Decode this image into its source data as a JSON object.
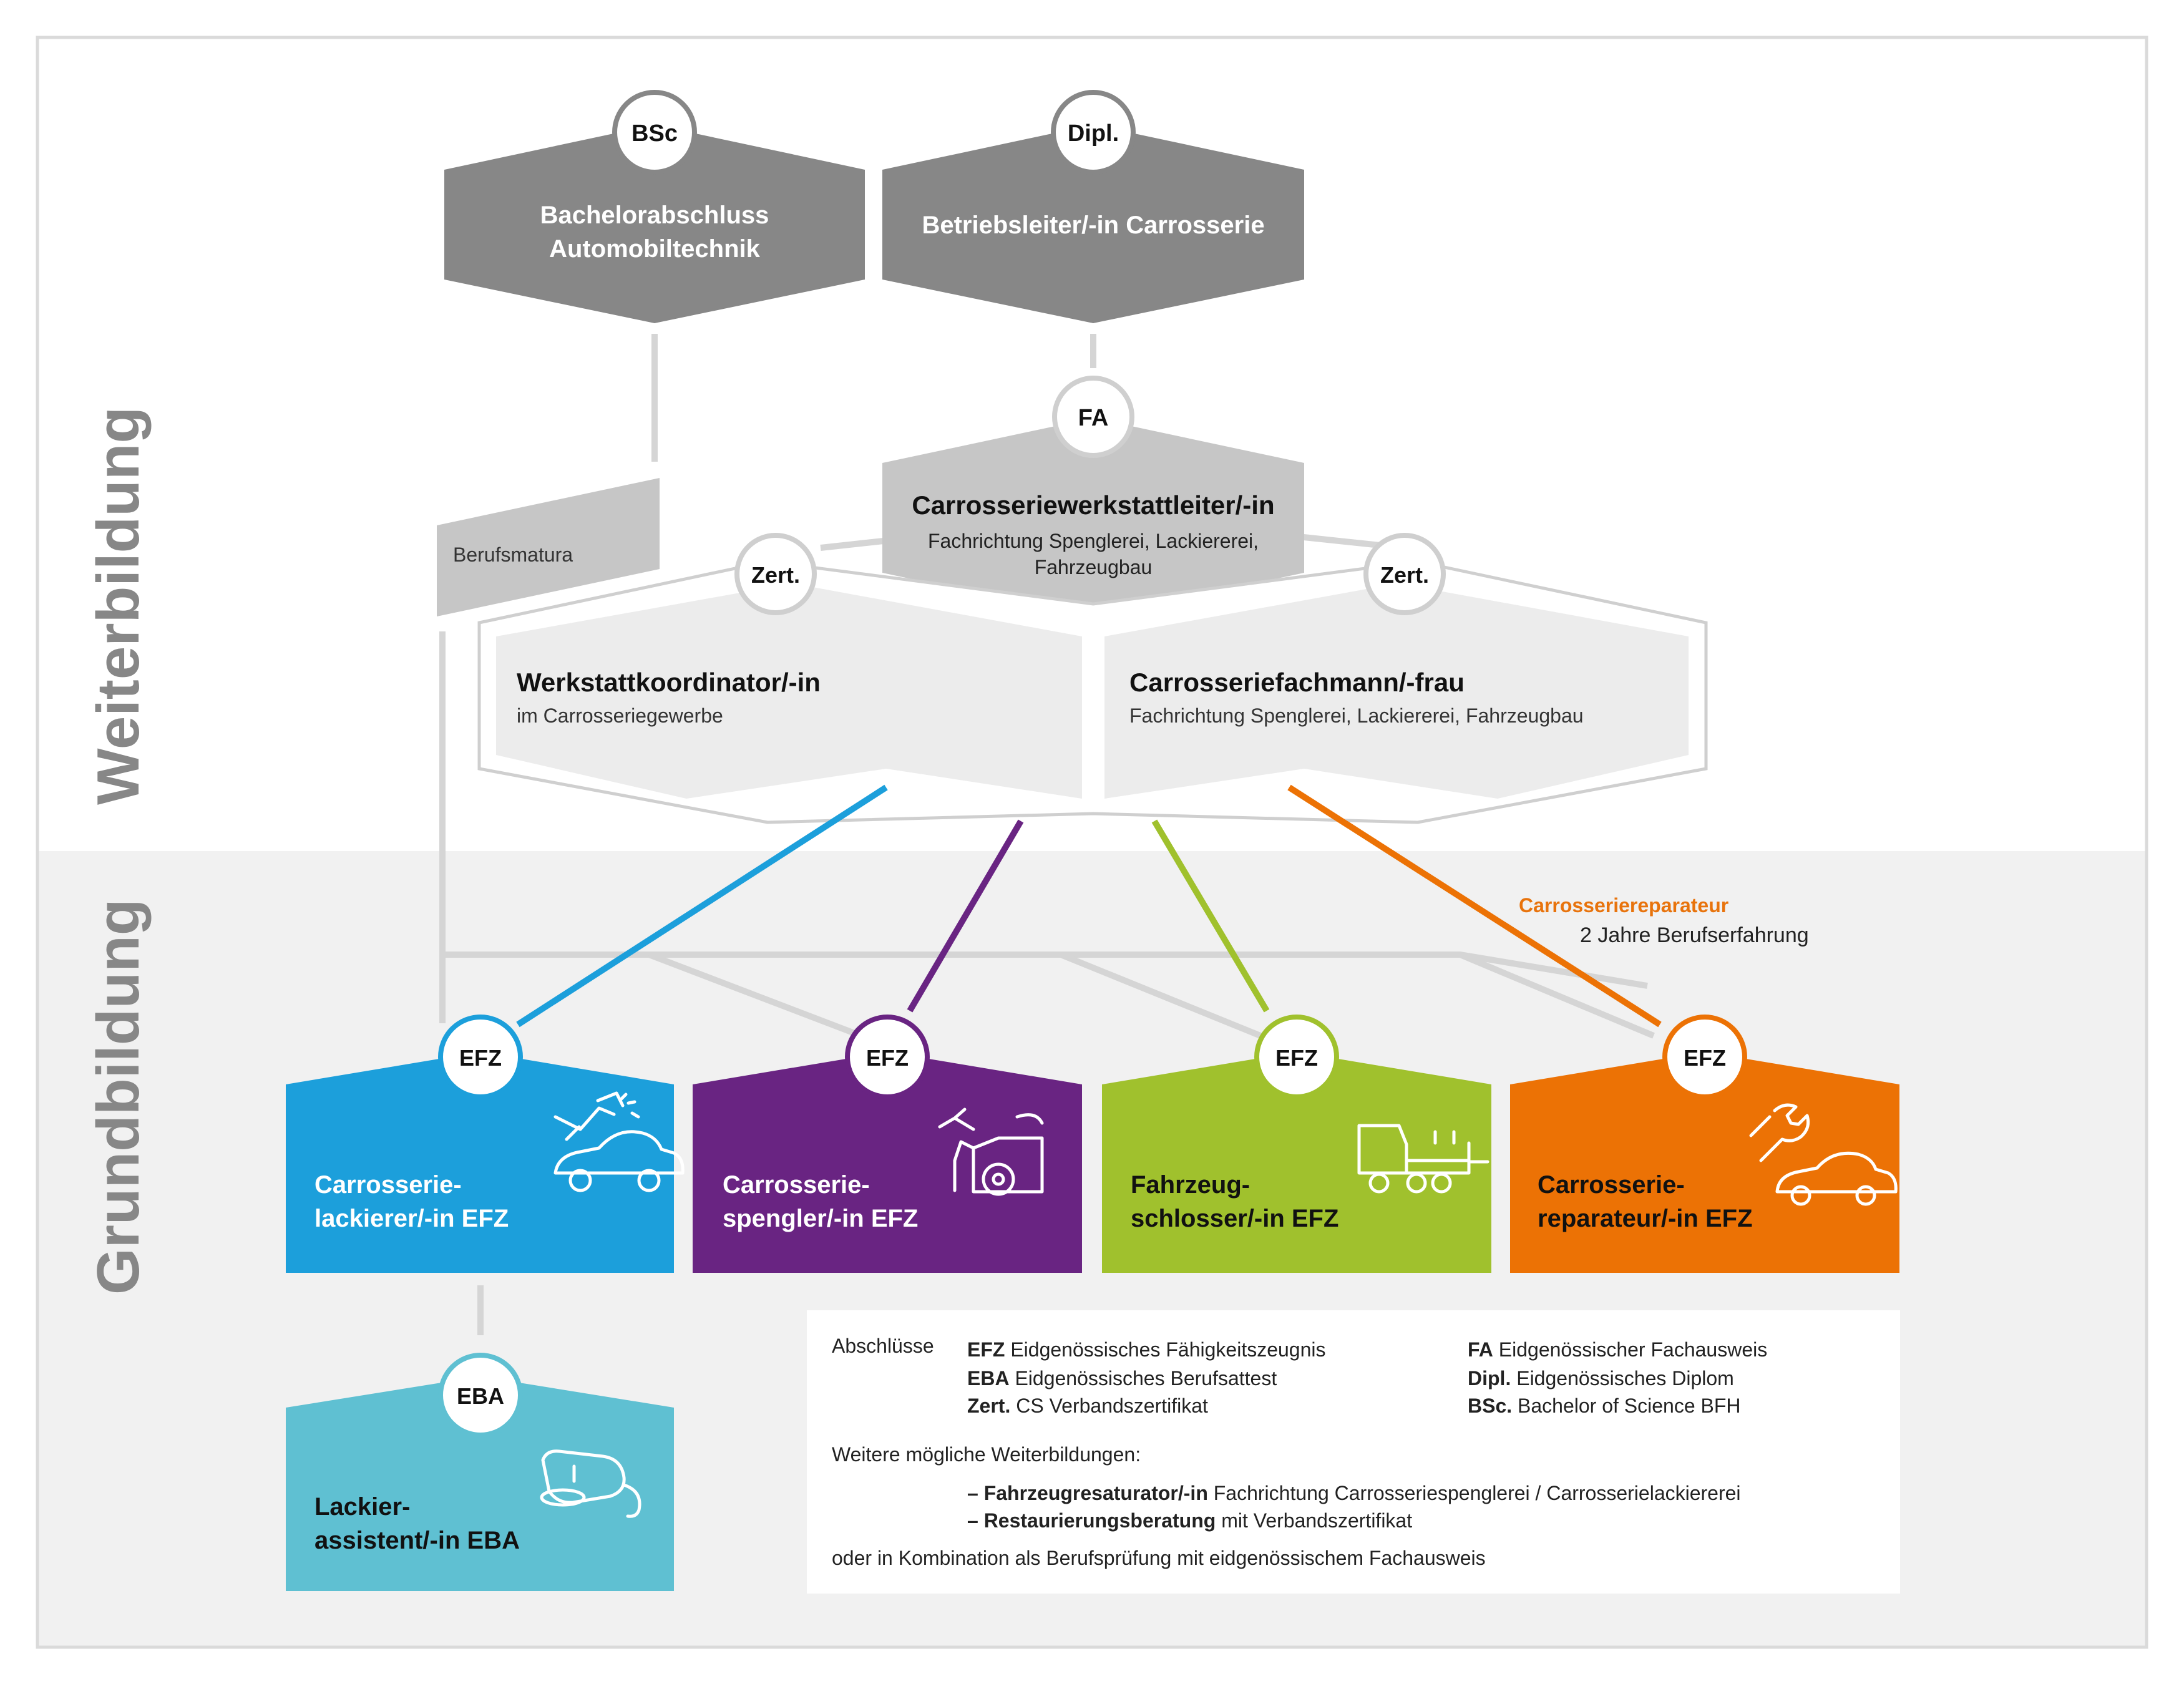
{
  "sections": {
    "weiterbildung": "Weiterbildung",
    "grundbildung": "Grundbildung"
  },
  "colors": {
    "dark_gray": "#878787",
    "mid_gray": "#c6c6c6",
    "light_gray": "#ececec",
    "band_gray": "#f1f1f1",
    "blue": "#1c9fdb",
    "purple": "#692482",
    "green": "#a0c12d",
    "orange": "#ec7205",
    "teal": "#5fc0d2",
    "orange_text": "#e8730c"
  },
  "top": {
    "bsc": {
      "badge": "BSc",
      "line1": "Bachelorabschluss",
      "line2": "Automobiltechnik"
    },
    "dipl": {
      "badge": "Dipl.",
      "title": "Betriebsleiter/-in Carrosserie"
    },
    "fa": {
      "badge": "FA",
      "title": "Carrosseriewerkstattleiter/-in",
      "sub1": "Fachrichtung Spenglerei, Lackiererei,",
      "sub2": "Fahrzeugbau"
    },
    "berufsmatura": "Berufsmatura"
  },
  "zert": {
    "left": {
      "badge": "Zert.",
      "title": "Werkstattkoordinator/-in",
      "sub": "im Carrosseriegewerbe"
    },
    "right": {
      "badge": "Zert.",
      "title": "Carrosseriefachmann/-frau",
      "sub": "Fachrichtung Spenglerei, Lackiererei, Fahrzeugbau"
    }
  },
  "reparateur_note": {
    "title": "Carrosseriereparateur",
    "sub": "2 Jahre Berufserfahrung"
  },
  "efz": [
    {
      "badge": "EFZ",
      "line1": "Carrosserie-",
      "line2": "lackierer/-in EFZ",
      "icon": "car-painting-icon"
    },
    {
      "badge": "EFZ",
      "line1": "Carrosserie-",
      "line2": "spengler/-in EFZ",
      "icon": "car-bodywork-icon"
    },
    {
      "badge": "EFZ",
      "line1": "Fahrzeug-",
      "line2": "schlosser/-in EFZ",
      "icon": "truck-icon"
    },
    {
      "badge": "EFZ",
      "line1": "Carrosserie-",
      "line2": "reparateur/-in EFZ",
      "icon": "wrench-car-icon"
    }
  ],
  "eba": {
    "badge": "EBA",
    "line1": "Lackier-",
    "line2": "assistent/-in EBA",
    "icon": "polisher-icon"
  },
  "legend": {
    "heading": "Abschlüsse",
    "items_left": [
      {
        "abbr": "EFZ",
        "text": "Eidgenössisches Fähigkeitszeugnis"
      },
      {
        "abbr": "EBA",
        "text": "Eidgenössisches Berufsattest"
      },
      {
        "abbr": "Zert.",
        "text": "CS Verbandszertifikat"
      }
    ],
    "items_right": [
      {
        "abbr": "FA",
        "text": "Eidgenössischer Fachausweis"
      },
      {
        "abbr": "Dipl.",
        "text": "Eidgenössisches Diplom"
      },
      {
        "abbr": "BSc.",
        "text": "Bachelor of Science BFH"
      }
    ],
    "further_heading": "Weitere mögliche Weiterbildungen:",
    "further": [
      {
        "bold": "– Fahrzeugresaturator/-in",
        "text": "Fachrichtung Carrosseriespenglerei / Carrosserielackiererei"
      },
      {
        "bold": "– Restaurierungsberatung",
        "text": "mit Verbandszertifikat"
      }
    ],
    "footer": "oder in Kombination als Berufsprüfung mit eidgenössischem Fachausweis"
  }
}
